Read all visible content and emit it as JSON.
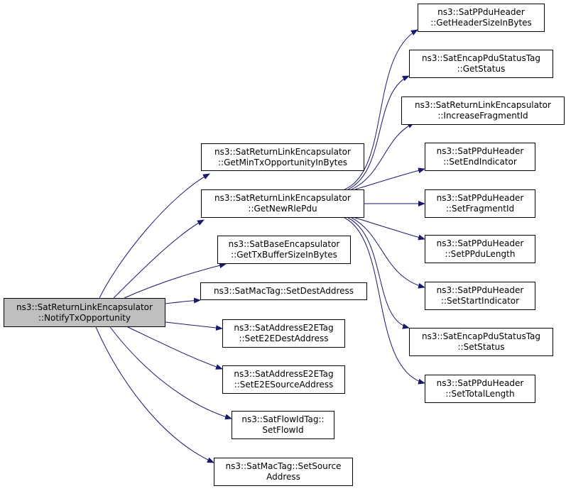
{
  "edge_color": "#191970",
  "root_fill": "#bfbfbf",
  "nodes": {
    "root": {
      "line1": "ns3::SatReturnLinkEncapsulator",
      "line2": "::NotifyTxOpportunity"
    },
    "getmintx": {
      "line1": "ns3::SatReturnLinkEncapsulator",
      "line2": "::GetMinTxOpportunityInBytes"
    },
    "getnewrle": {
      "line1": "ns3::SatReturnLinkEncapsulator",
      "line2": "::GetNewRlePdu"
    },
    "gettxbuf": {
      "line1": "ns3::SatBaseEncapsulator",
      "line2": "::GetTxBufferSizeInBytes"
    },
    "setdest": {
      "line1": "ns3::SatMacTag::SetDestAddress",
      "line2": ""
    },
    "sete2edest": {
      "line1": "ns3::SatAddressE2ETag",
      "line2": "::SetE2EDestAddress"
    },
    "sete2esrc": {
      "line1": "ns3::SatAddressE2ETag",
      "line2": "::SetE2ESourceAddress"
    },
    "setflowid": {
      "line1": "ns3::SatFlowIdTag::",
      "line2": "SetFlowId"
    },
    "setsource": {
      "line1": "ns3::SatMacTag::SetSource",
      "line2": "Address"
    },
    "getheader": {
      "line1": "ns3::SatPPduHeader",
      "line2": "::GetHeaderSizeInBytes"
    },
    "getstatus": {
      "line1": "ns3::SatEncapPduStatusTag",
      "line2": "::GetStatus"
    },
    "incfrag": {
      "line1": "ns3::SatReturnLinkEncapsulator",
      "line2": "::IncreaseFragmentId"
    },
    "setend": {
      "line1": "ns3::SatPPduHeader",
      "line2": "::SetEndIndicator"
    },
    "setfrag": {
      "line1": "ns3::SatPPduHeader",
      "line2": "::SetFragmentId"
    },
    "setppdulen": {
      "line1": "ns3::SatPPduHeader",
      "line2": "::SetPPduLength"
    },
    "setstart": {
      "line1": "ns3::SatPPduHeader",
      "line2": "::SetStartIndicator"
    },
    "setstatus": {
      "line1": "ns3::SatEncapPduStatusTag",
      "line2": "::SetStatus"
    },
    "settotal": {
      "line1": "ns3::SatPPduHeader",
      "line2": "::SetTotalLength"
    }
  }
}
